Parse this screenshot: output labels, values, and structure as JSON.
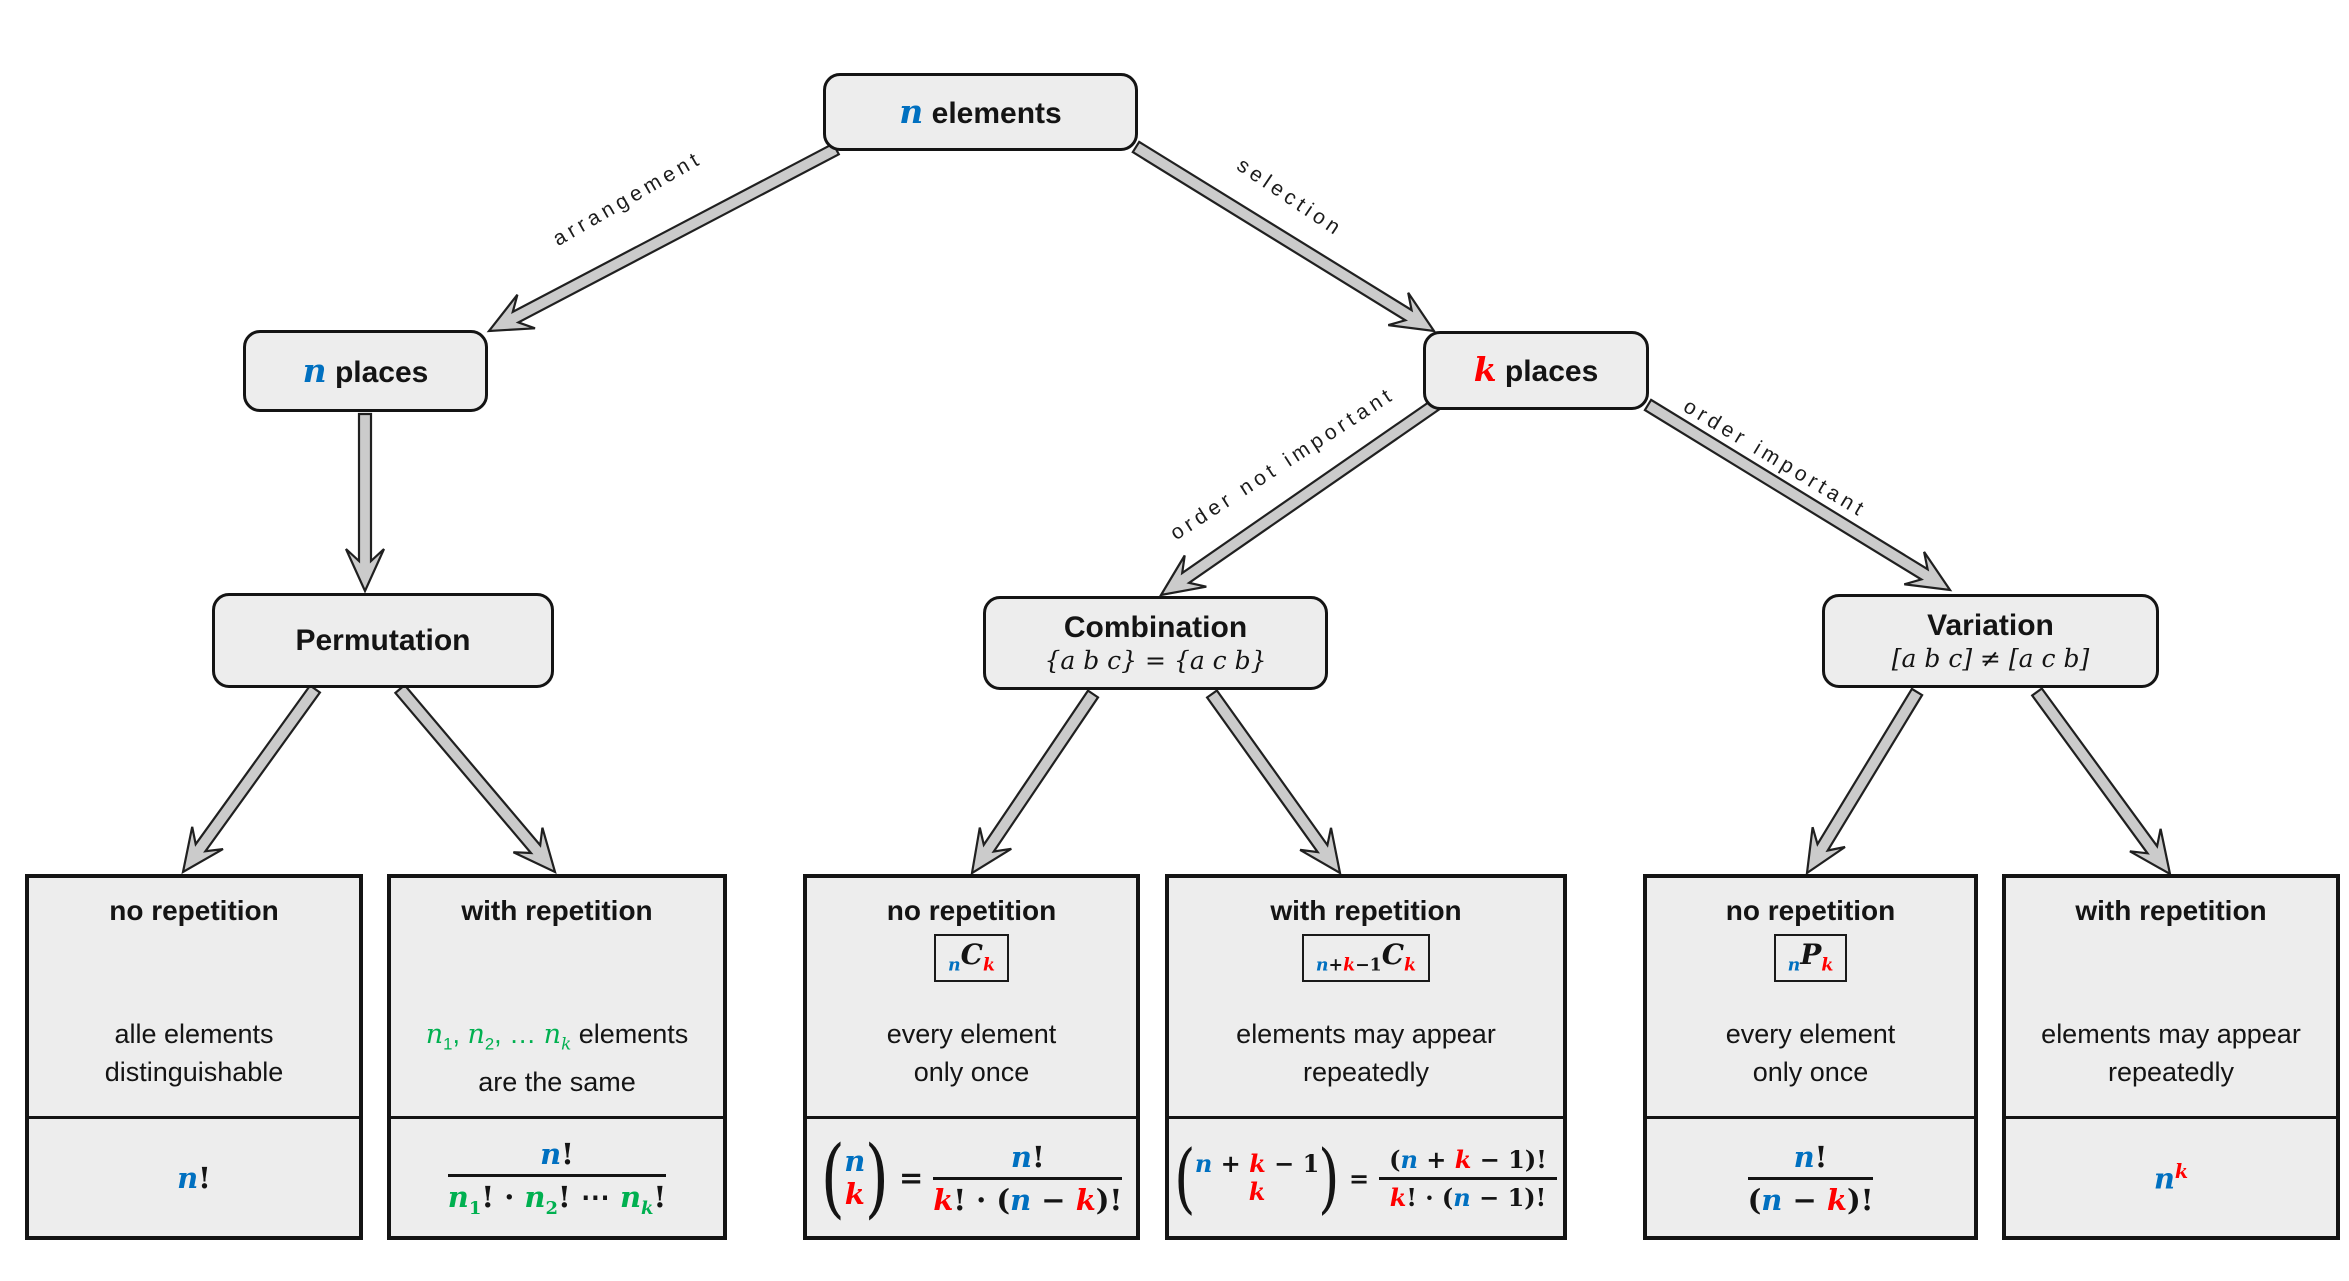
{
  "colors": {
    "blue": "#0070C0",
    "red": "#FF0000",
    "green": "#00B050",
    "box_fill": "#EDEDED",
    "arrow_fill": "#CBCBCB"
  },
  "nodes": {
    "root": {
      "title": [
        {
          "t": "n",
          "c": "blue",
          "mi": true
        },
        {
          "t": " elements"
        }
      ]
    },
    "n_places": {
      "title": [
        {
          "t": "n",
          "c": "blue",
          "mi": true
        },
        {
          "t": " places"
        }
      ]
    },
    "k_places": {
      "title": [
        {
          "t": "k",
          "c": "red",
          "mi": true
        },
        {
          "t": " places"
        }
      ]
    },
    "permutation": {
      "title": "Permutation"
    },
    "combination": {
      "title": "Combination",
      "subtitle": [
        {
          "t": "{a b c} = {a c b}",
          "mi": true
        }
      ]
    },
    "variation": {
      "title": "Variation",
      "subtitle": [
        {
          "t": "[a b c] ≠ [a c b]",
          "mi": true
        }
      ]
    }
  },
  "edges": {
    "arrangement": "arrangement",
    "selection": "selection",
    "order_not_important": "order not important",
    "order_important": "order important"
  },
  "leaves": [
    {
      "title": "no repetition",
      "desc": [
        [
          {
            "t": "alle elements"
          }
        ],
        [
          {
            "t": "distinguishable"
          }
        ]
      ],
      "formula": {
        "plain": [
          {
            "t": "n",
            "c": "blue",
            "mi": true
          },
          {
            "t": "!"
          }
        ]
      }
    },
    {
      "title": "with repetition",
      "desc": [
        [
          {
            "t": "n",
            "c": "green",
            "mi": true
          },
          {
            "t": "1",
            "c": "green",
            "sub": true
          },
          {
            "t": ", ",
            "c": "green"
          },
          {
            "t": "n",
            "c": "green",
            "mi": true
          },
          {
            "t": "2",
            "c": "green",
            "sub": true
          },
          {
            "t": ", … ",
            "c": "green"
          },
          {
            "t": "n",
            "c": "green",
            "mi": true
          },
          {
            "t": "k",
            "c": "green",
            "mi": true,
            "sub": true
          },
          {
            "t": " elements"
          }
        ],
        [
          {
            "t": "are the same"
          }
        ]
      ],
      "formula": {
        "num": [
          {
            "t": "n",
            "c": "blue",
            "mi": true
          },
          {
            "t": "!"
          }
        ],
        "den": [
          {
            "t": "n",
            "c": "green",
            "mi": true
          },
          {
            "t": "1",
            "c": "green",
            "sub": true
          },
          {
            "t": "! · "
          },
          {
            "t": "n",
            "c": "green",
            "mi": true
          },
          {
            "t": "2",
            "c": "green",
            "sub": true
          },
          {
            "t": "! ⋯ "
          },
          {
            "t": "n",
            "c": "green",
            "mi": true
          },
          {
            "t": "k",
            "c": "green",
            "mi": true,
            "sub": true
          },
          {
            "t": "!"
          }
        ]
      }
    },
    {
      "title": "no repetition",
      "symbol": [
        {
          "t": "n",
          "c": "blue",
          "mi": true,
          "sub": true
        },
        {
          "t": "C",
          "mi": true
        },
        {
          "t": "k",
          "c": "red",
          "mi": true,
          "sub": true
        }
      ],
      "desc": [
        [
          {
            "t": "every element"
          }
        ],
        [
          {
            "t": "only once"
          }
        ]
      ],
      "formula": {
        "top": [
          {
            "t": "n",
            "c": "blue",
            "mi": true
          }
        ],
        "bot": [
          {
            "t": "k",
            "c": "red",
            "mi": true
          }
        ],
        "eq": "=",
        "num": [
          {
            "t": "n",
            "c": "blue",
            "mi": true
          },
          {
            "t": "!"
          }
        ],
        "den": [
          {
            "t": "k",
            "c": "red",
            "mi": true
          },
          {
            "t": "! · ("
          },
          {
            "t": "n",
            "c": "blue",
            "mi": true
          },
          {
            "t": " − "
          },
          {
            "t": "k",
            "c": "red",
            "mi": true
          },
          {
            "t": ")!"
          }
        ]
      }
    },
    {
      "title": "with repetition",
      "symbol": [
        {
          "t": "n",
          "c": "blue",
          "mi": true,
          "sub": true
        },
        {
          "t": "+",
          "sub": true
        },
        {
          "t": "k",
          "c": "red",
          "mi": true,
          "sub": true
        },
        {
          "t": "−1",
          "sub": true
        },
        {
          "t": "C",
          "mi": true
        },
        {
          "t": "k",
          "c": "red",
          "mi": true,
          "sub": true
        }
      ],
      "desc": [
        [
          {
            "t": "elements may appear"
          }
        ],
        [
          {
            "t": "repeatedly"
          }
        ]
      ],
      "formula": {
        "top": [
          {
            "t": "n",
            "c": "blue",
            "mi": true
          },
          {
            "t": " + "
          },
          {
            "t": "k",
            "c": "red",
            "mi": true
          },
          {
            "t": " − 1"
          }
        ],
        "bot": [
          {
            "t": "k",
            "c": "red",
            "mi": true
          }
        ],
        "eq": "=",
        "num": [
          {
            "t": "("
          },
          {
            "t": "n",
            "c": "blue",
            "mi": true
          },
          {
            "t": " + "
          },
          {
            "t": "k",
            "c": "red",
            "mi": true
          },
          {
            "t": " − 1)!"
          }
        ],
        "den": [
          {
            "t": "k",
            "c": "red",
            "mi": true
          },
          {
            "t": "! · ("
          },
          {
            "t": "n",
            "c": "blue",
            "mi": true
          },
          {
            "t": " − 1)!"
          }
        ]
      }
    },
    {
      "title": "no repetition",
      "symbol": [
        {
          "t": "n",
          "c": "blue",
          "mi": true,
          "sub": true
        },
        {
          "t": "P",
          "mi": true
        },
        {
          "t": "k",
          "c": "red",
          "mi": true,
          "sub": true
        }
      ],
      "desc": [
        [
          {
            "t": "every element"
          }
        ],
        [
          {
            "t": "only once"
          }
        ]
      ],
      "formula": {
        "num": [
          {
            "t": "n",
            "c": "blue",
            "mi": true
          },
          {
            "t": "!"
          }
        ],
        "den": [
          {
            "t": "("
          },
          {
            "t": "n",
            "c": "blue",
            "mi": true
          },
          {
            "t": " − "
          },
          {
            "t": "k",
            "c": "red",
            "mi": true
          },
          {
            "t": ")!"
          }
        ]
      }
    },
    {
      "title": "with repetition",
      "desc": [
        [
          {
            "t": "elements may appear"
          }
        ],
        [
          {
            "t": "repeatedly"
          }
        ]
      ],
      "formula": {
        "plain": [
          {
            "t": "n",
            "c": "blue",
            "mi": true
          },
          {
            "t": "k",
            "c": "red",
            "mi": true,
            "sup": true
          }
        ]
      }
    }
  ]
}
